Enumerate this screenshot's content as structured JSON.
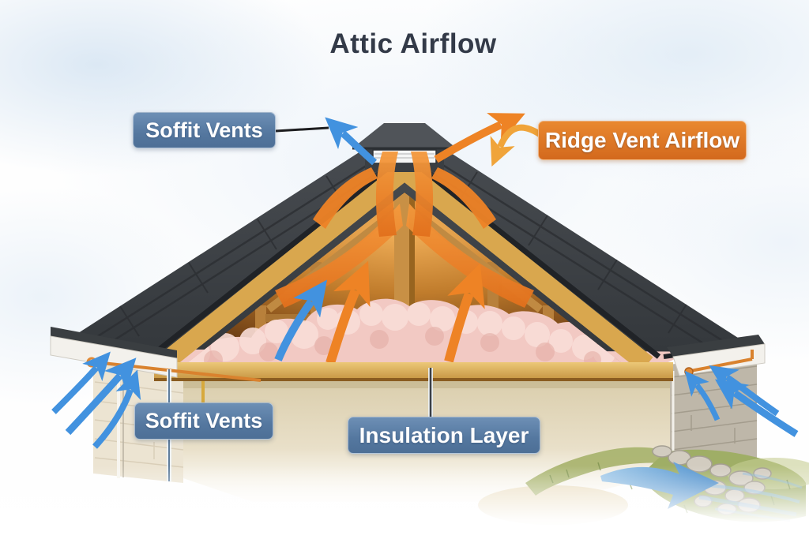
{
  "title": "Attic Airflow",
  "labels": {
    "soffit_vents_top": "Soffit Vents",
    "ridge_vent_airflow": "Ridge Vent Airflow",
    "soffit_vents_bottom": "Soffit Vents",
    "insulation_layer": "Insulation Layer"
  },
  "colors": {
    "title_text": "#333a48",
    "label_blue": "#54779f",
    "label_blue_light": "#6d8fb5",
    "label_orange": "#d3691d",
    "label_orange_light": "#e9882f",
    "arrow_blue": "#4292df",
    "arrow_orange": "#ee8325",
    "arrow_yellow": "#f0a43a",
    "roof_shingles": "#3b3f43",
    "wood_sheathing": "#d9a74e",
    "insulation_pink": "#f2c9c3"
  },
  "scene": {
    "description": "Cutaway illustration of a house showing attic ventilation airflow",
    "elements": [
      "ridge-vent-cupola",
      "roof-shingles",
      "attic-rafters",
      "insulation",
      "soffit-left",
      "soffit-right",
      "block-wall-left",
      "block-wall-right",
      "grass",
      "stone-drainage-path"
    ],
    "airflow": [
      {
        "name": "soffit-intake-left",
        "color": "blue",
        "count": 3
      },
      {
        "name": "soffit-intake-right",
        "color": "blue",
        "count": 3
      },
      {
        "name": "attic-rising-cool",
        "color": "blue",
        "count": 1
      },
      {
        "name": "attic-rising-warm",
        "color": "orange",
        "count": 2
      },
      {
        "name": "ridge-exhaust-left",
        "color": "blue",
        "count": 1
      },
      {
        "name": "ridge-exhaust-right",
        "color": "orange",
        "count": 1
      },
      {
        "name": "ridge-label-pointer",
        "color": "yellow-orange",
        "count": 1
      },
      {
        "name": "ground-drainage",
        "color": "blue",
        "count": 1
      }
    ]
  }
}
